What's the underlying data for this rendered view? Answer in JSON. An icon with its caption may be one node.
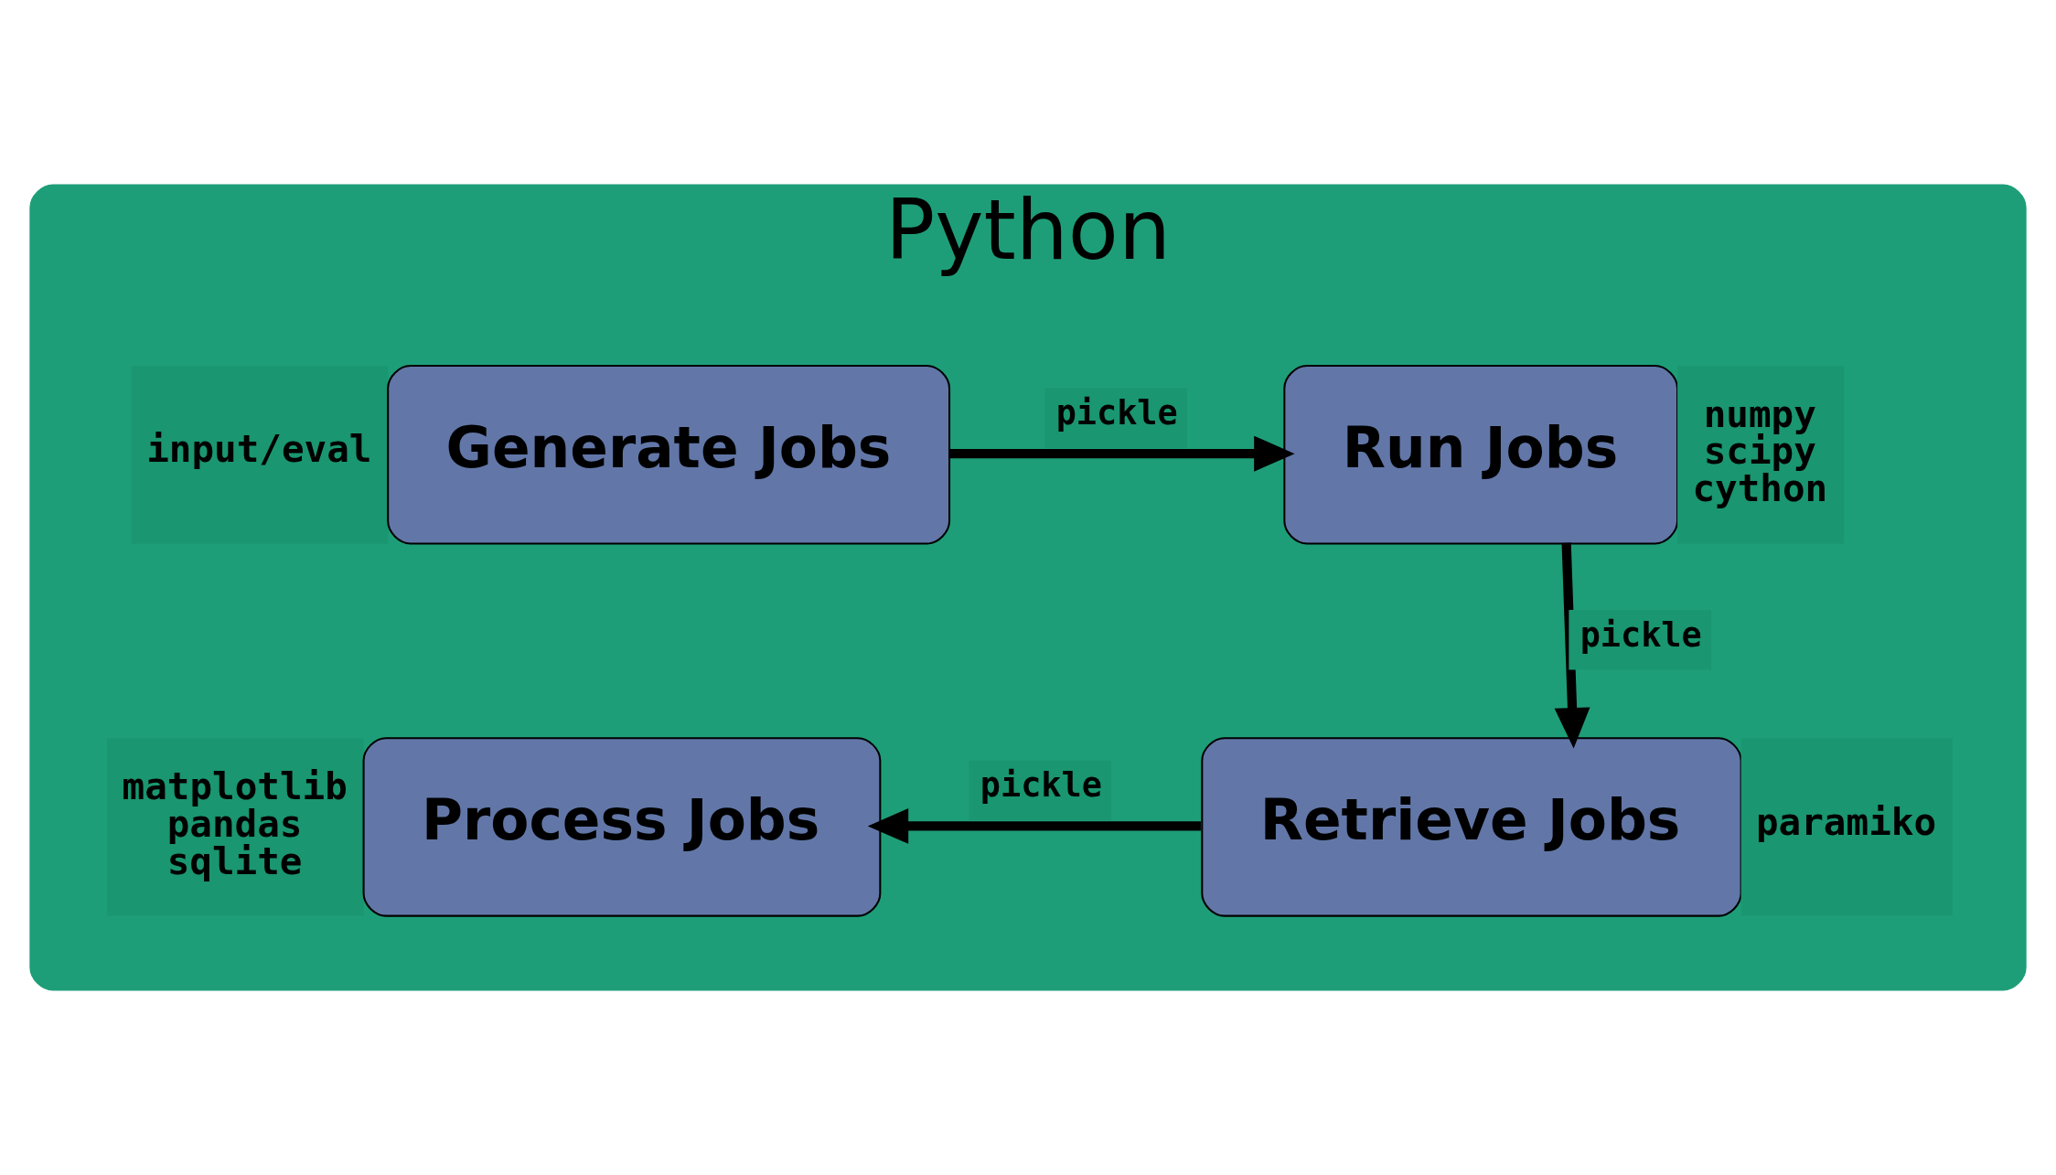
{
  "diagram": {
    "nodes": [
      {
        "text": [
          "Python"
        ]
      },
      {
        "text": [
          "Generate Jobs"
        ],
        "in": 0,
        "beside": [
          "input/eval"
        ]
      },
      {
        "text": [
          "Run Jobs"
        ],
        "in": 0,
        "beside": [
          "numpy scipy cython"
        ]
      },
      {
        "text": [
          "Process Jobs"
        ],
        "in": 0,
        "beside": [
          "matplotlib pandas sqlite"
        ]
      },
      {
        "text": [
          "Retrieve Jobs"
        ],
        "in": 0,
        "beside": [
          "paramiko"
        ]
      }
    ],
    "edges": [
      {
        "from": 1,
        "to": 2,
        "arrow": "to",
        "label": "pickle"
      },
      {
        "from": 2,
        "to": 4,
        "arrow": "to",
        "label": "pickle"
      },
      {
        "from": 4,
        "to": 3,
        "arrow": "to",
        "label": "pickle"
      }
    ]
  }
}
